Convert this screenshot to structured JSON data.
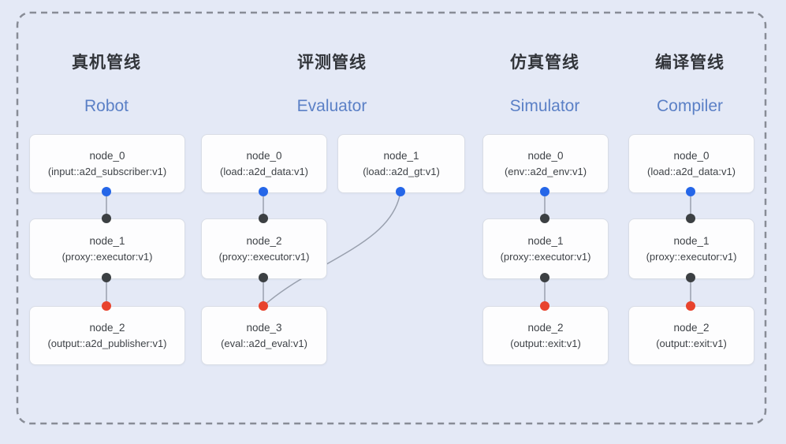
{
  "canvas": {
    "background": "#e4e9f6",
    "dashed_border_color": "#888c96"
  },
  "colors": {
    "line": "#99a0ae",
    "blue_dot": "#2566e8",
    "dark_dot": "#3c4043",
    "red_dot": "#e8432d",
    "accent_blue": "#5b80c6"
  },
  "pipelines": [
    {
      "title_zh": "真机管线",
      "title_en": "Robot",
      "nodes": [
        {
          "title": "node_0",
          "subtitle": "(input::a2d_subscriber:v1)"
        },
        {
          "title": "node_1",
          "subtitle": "(proxy::executor:v1)"
        },
        {
          "title": "node_2",
          "subtitle": "(output::a2d_publisher:v1)"
        }
      ]
    },
    {
      "title_zh": "评测管线",
      "title_en": "Evaluator",
      "nodes": [
        {
          "title": "node_0",
          "subtitle": "(load::a2d_data:v1)"
        },
        {
          "title": "node_1",
          "subtitle": "(load::a2d_gt:v1)"
        },
        {
          "title": "node_2",
          "subtitle": "(proxy::executor:v1)"
        },
        {
          "title": "node_3",
          "subtitle": "(eval::a2d_eval:v1)"
        }
      ]
    },
    {
      "title_zh": "仿真管线",
      "title_en": "Simulator",
      "nodes": [
        {
          "title": "node_0",
          "subtitle": "(env::a2d_env:v1)"
        },
        {
          "title": "node_1",
          "subtitle": "(proxy::executor:v1)"
        },
        {
          "title": "node_2",
          "subtitle": "(output::exit:v1)"
        }
      ]
    },
    {
      "title_zh": "编译管线",
      "title_en": "Compiler",
      "nodes": [
        {
          "title": "node_0",
          "subtitle": "(load::a2d_data:v1)"
        },
        {
          "title": "node_1",
          "subtitle": "(proxy::executor:v1)"
        },
        {
          "title": "node_2",
          "subtitle": "(output::exit:v1)"
        }
      ]
    }
  ]
}
